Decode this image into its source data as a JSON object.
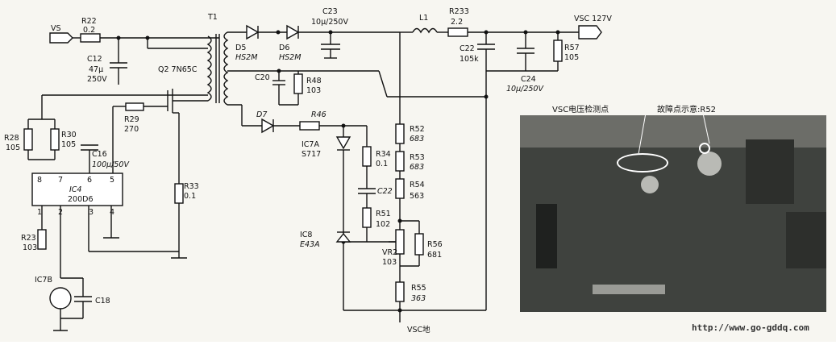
{
  "circuit": {
    "vs": "VS",
    "r22": "R22",
    "r22_val": "0.2",
    "c12": "C12",
    "c12_val1": "47μ",
    "c12_val2": "250V",
    "t1": "T1",
    "q2": "Q2 7N65C",
    "d5": "D5",
    "d5_val": "HS2M",
    "d6": "D6",
    "d6_val": "HS2M",
    "c23": "C23",
    "c23_val": "10μ/250V",
    "l1": "L1",
    "r233": "R233",
    "r233_val": "2.2",
    "vsc": "VSC 127V",
    "c22a": "C22",
    "c22a_val": "105k",
    "c24": "C24",
    "c24_val": "10μ/250V",
    "r57": "R57",
    "r57_val": "105",
    "c20": "C20",
    "r48": "R48",
    "r48_val": "103",
    "r29": "R29",
    "r29_val": "270",
    "d7": "D7",
    "r46": "R46",
    "r28": "R28",
    "r28_val": "105",
    "r30": "R30",
    "r30_val": "105",
    "c16": "C16",
    "c16_val": "100μ/50V",
    "ic4": "IC4",
    "ic4_val": "200D6",
    "pin8": "8",
    "pin7": "7",
    "pin6": "6",
    "pin5": "5",
    "pin1": "1",
    "pin2": "2",
    "pin3": "3",
    "pin4": "4",
    "r33": "R33",
    "r33_val": "0.1",
    "r23": "R23",
    "r23_val": "103",
    "ic7b": "IC7B",
    "c18": "C18",
    "ic7a": "IC7A",
    "ic7a_val": "S717",
    "r34": "R34",
    "r34_val": "0.1",
    "c22b": "C22",
    "r51": "R51",
    "r51_val": "102",
    "ic8": "IC8",
    "ic8_val": "E43A",
    "r52": "R52",
    "r52_val": "683",
    "r53": "R53",
    "r53_val": "683",
    "r54": "R54",
    "r54_val": "563",
    "vr2": "VR2",
    "vr2_val": "103",
    "r56": "R56",
    "r56_val": "681",
    "r55": "R55",
    "r55_val": "363",
    "vsc_gnd": "VSC地"
  },
  "photo": {
    "label_test": "VSC电压检测点",
    "label_fault": "故障点示意:R52"
  },
  "watermark": "http://www.go-gddq.com"
}
